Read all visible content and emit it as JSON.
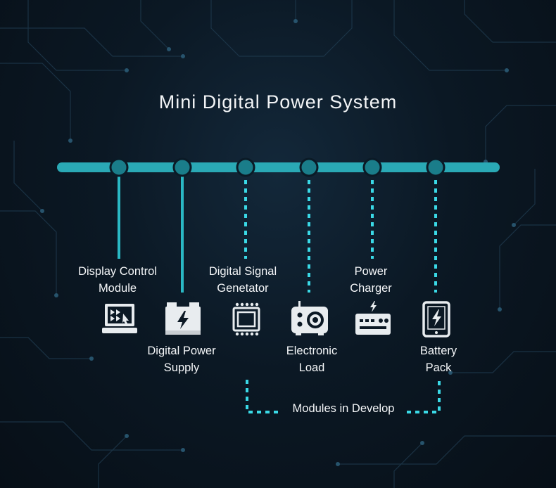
{
  "title": "Mini Digital Power System",
  "colors": {
    "accent": "#2aa9b5",
    "node": "#1a7d8a",
    "dotted": "#3ad9e6",
    "icon": "#e8ecef"
  },
  "modules": [
    {
      "label": "Display Control\nModule",
      "icon": "monitor-icon",
      "status": "active"
    },
    {
      "label": "Digital Power\nSupply",
      "icon": "power-supply-icon",
      "status": "active"
    },
    {
      "label": "Digital Signal\nGenetator",
      "icon": "chip-icon",
      "status": "in-develop"
    },
    {
      "label": "Electronic\nLoad",
      "icon": "electronic-load-icon",
      "status": "in-develop"
    },
    {
      "label": "Power\nCharger",
      "icon": "charger-icon",
      "status": "in-develop"
    },
    {
      "label": "Battery\nPack",
      "icon": "battery-pack-icon",
      "status": "in-develop"
    }
  ],
  "legend": {
    "in_develop": "Modules in Develop"
  }
}
